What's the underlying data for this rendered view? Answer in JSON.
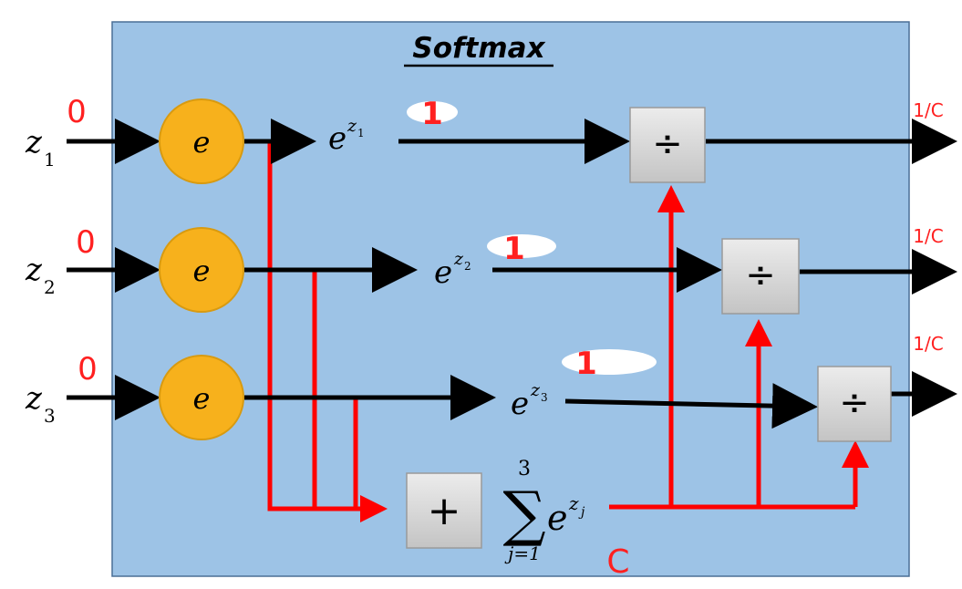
{
  "title": "Softmax",
  "colors": {
    "panel": "#9dc3e6",
    "panel_border": "#4a6f96",
    "node_fill": "#f7b11c",
    "node_stroke": "#d89a10",
    "box_fill": "#d6d6d6",
    "box_stroke": "#9a9a9a",
    "black_arrow": "#000000",
    "red_line": "#ff0000"
  },
  "inputs": [
    {
      "var": "z",
      "sub": "1",
      "node": "e",
      "exp_base": "e",
      "exp_var": "z",
      "exp_sub": "1"
    },
    {
      "var": "z",
      "sub": "2",
      "node": "e",
      "exp_base": "e",
      "exp_var": "z",
      "exp_sub": "2"
    },
    {
      "var": "z",
      "sub": "3",
      "node": "e",
      "exp_base": "e",
      "exp_var": "z",
      "exp_sub": "3"
    }
  ],
  "operators": {
    "divide": "÷",
    "plus": "+"
  },
  "summation": {
    "symbol": "∑",
    "upper": "3",
    "lower": "j=1",
    "base": "e",
    "exp_var": "z",
    "exp_sub": "j"
  },
  "annotations": {
    "input_marks": [
      "0",
      "0",
      "0"
    ],
    "exp_marks": [
      "1",
      "1",
      "1"
    ],
    "sum_mark": "C",
    "output_marks": [
      "1/C",
      "1/C",
      "1/C"
    ]
  }
}
